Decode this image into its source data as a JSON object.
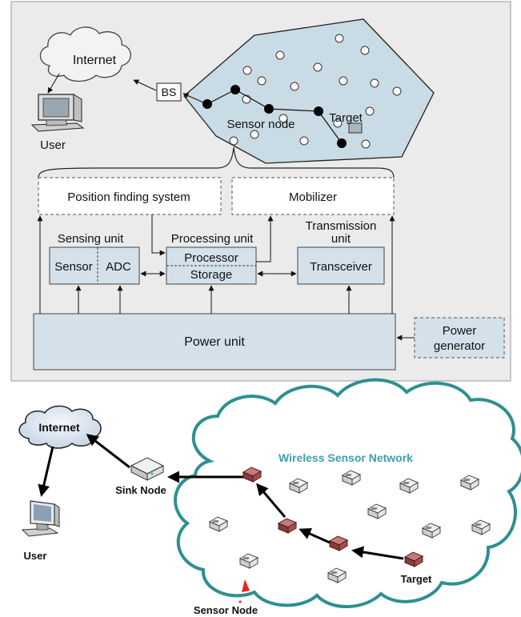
{
  "top": {
    "internet": "Internet",
    "user": "User",
    "bs": "BS",
    "sensor_node": "Sensor node",
    "target": "Target",
    "position_finding": "Position finding system",
    "mobilizer": "Mobilizer",
    "sensing_unit": "Sensing unit",
    "processing_unit": "Processing unit",
    "transmission_unit_1": "Transmission",
    "transmission_unit_2": "unit",
    "sensor": "Sensor",
    "adc": "ADC",
    "processor": "Processor",
    "storage": "Storage",
    "transceiver": "Transceiver",
    "power_unit": "Power unit",
    "power_generator_1": "Power",
    "power_generator_2": "generator"
  },
  "bottom": {
    "internet": "Internet",
    "user": "User",
    "sink_node": "Sink Node",
    "wsn": "Wireless Sensor Network",
    "target": "Target",
    "sensor_node": "Sensor Node"
  },
  "colors": {
    "panel_bg": "#ebebeb",
    "box_fill": "#d4e1ea",
    "field_fill": "#c9dbe5",
    "wsn_title": "#3d9fb0",
    "cloud_border": "#2f8f8f",
    "active_node": "#8b3a3a"
  }
}
